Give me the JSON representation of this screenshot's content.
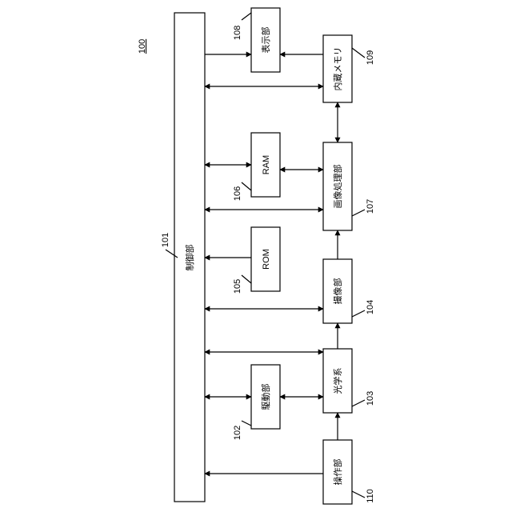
{
  "diagram": {
    "id_label": "100",
    "controller": {
      "label": "制御部",
      "ref": "101"
    },
    "blocks": {
      "display": {
        "label": "表示部",
        "ref": "108"
      },
      "memory": {
        "label": "内蔵メモリ",
        "ref": "109"
      },
      "ram": {
        "label": "RAM",
        "ref": "106"
      },
      "image_proc": {
        "label": "画像処理部",
        "ref": "107"
      },
      "rom": {
        "label": "ROM",
        "ref": "105"
      },
      "imaging": {
        "label": "撮像部",
        "ref": "104"
      },
      "drive": {
        "label": "駆動部",
        "ref": "102"
      },
      "optics": {
        "label": "光学系",
        "ref": "103"
      },
      "operation": {
        "label": "操作部",
        "ref": "110"
      }
    }
  }
}
